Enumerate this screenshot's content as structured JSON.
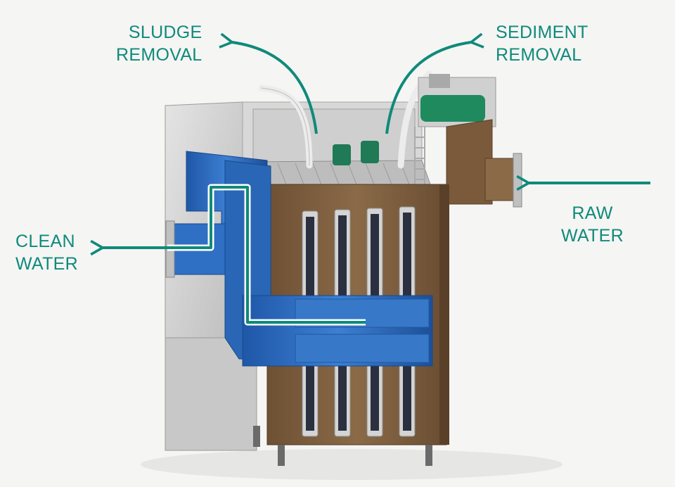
{
  "labels": {
    "sludge_removal": {
      "line1": "SLUDGE",
      "line2": "REMOVAL"
    },
    "sediment_removal": {
      "line1": "SEDIMENT",
      "line2": "REMOVAL"
    },
    "raw_water": {
      "line1": "RAW",
      "line2": "WATER"
    },
    "clean_water": {
      "line1": "CLEAN",
      "line2": "WATER"
    }
  },
  "colors": {
    "accent": "#0f8a7a",
    "tank_brown": "#7a5a3a",
    "water_blue": "#2f6fc4",
    "steel": "#c9c9c9"
  }
}
